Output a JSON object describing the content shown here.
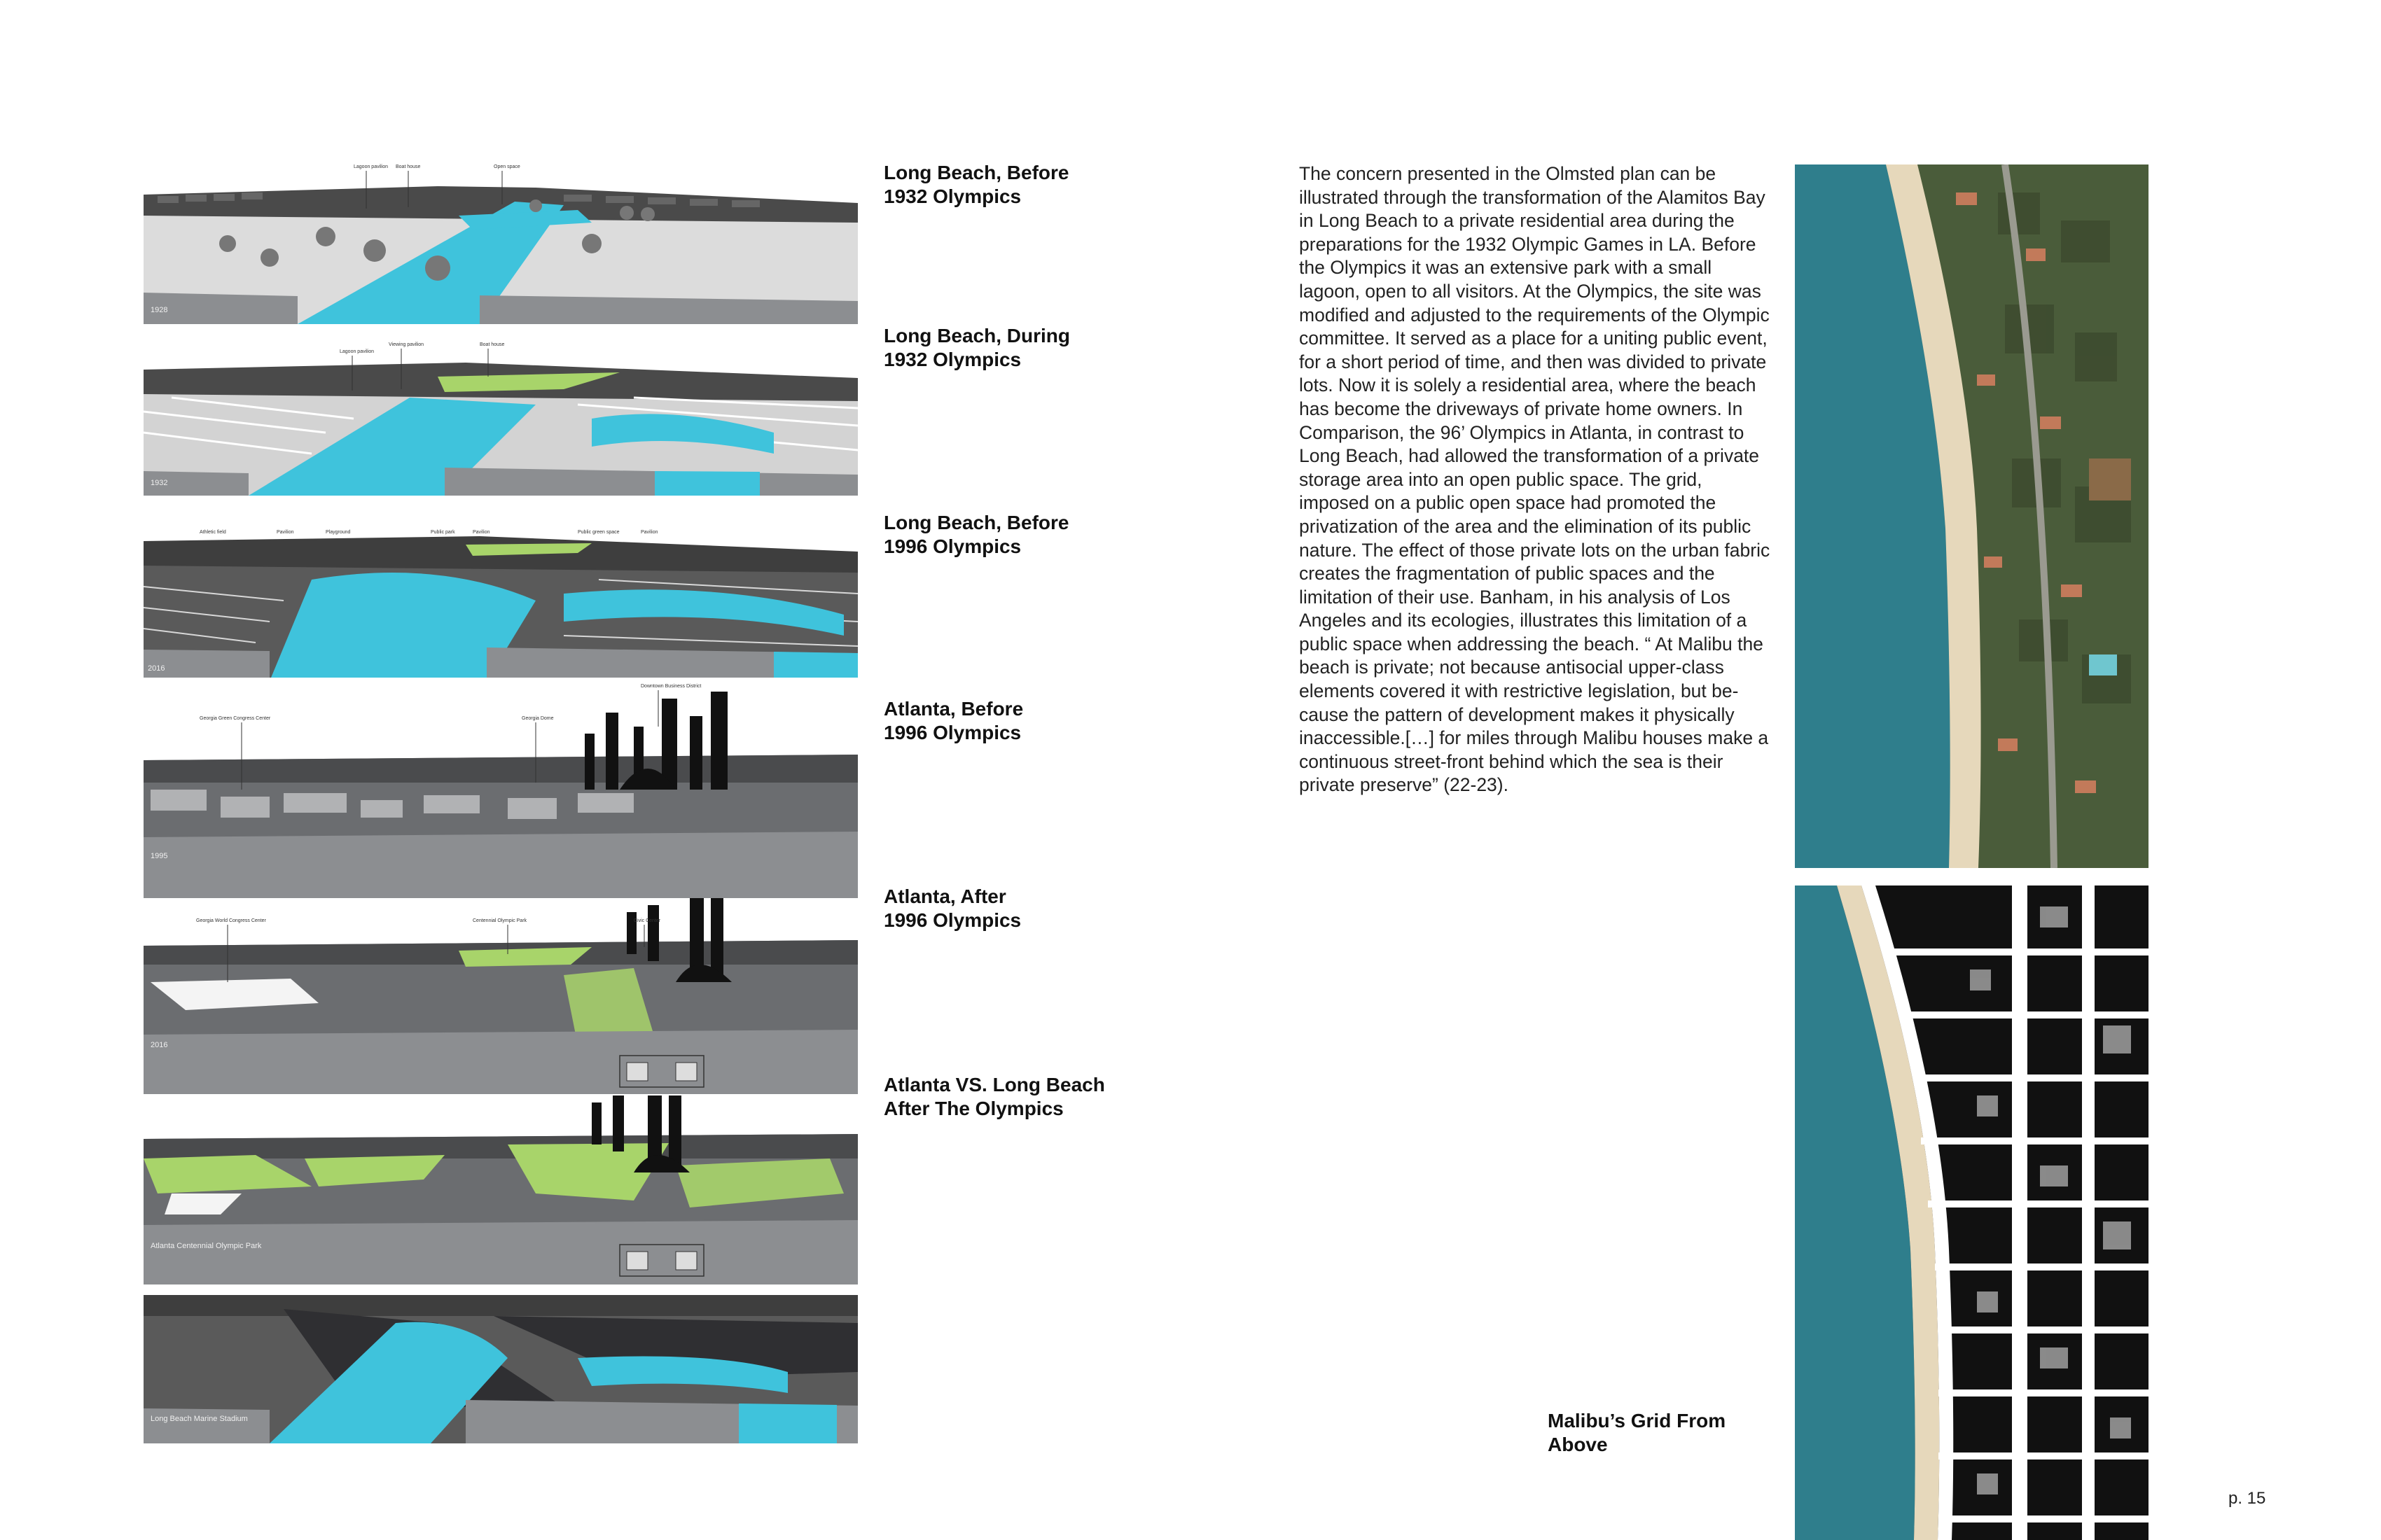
{
  "panels": [
    {
      "year_label": "1928",
      "callouts": [
        "Lagoon pavilion",
        "Boat house",
        "Open space"
      ]
    },
    {
      "year_label": "1932",
      "callouts": [
        "Lagoon pavilion",
        "Viewing pavilion",
        "Boat house"
      ]
    },
    {
      "year_label": "2016",
      "callouts": [
        "Athletic field",
        "Pavilion",
        "Playground",
        "Public park",
        "Pavilion",
        "Public green space",
        "Pavilion"
      ]
    },
    {
      "year_label": "1995",
      "callouts": [
        "Georgia Green Congress Center",
        "Georgia Dome",
        "Downtown Business District"
      ]
    },
    {
      "year_label": "2016",
      "callouts": [
        "Georgia World Congress Center",
        "Centennial Olympic Park",
        "Civic Center"
      ]
    },
    {
      "year_label": "Atlanta Centennial Olympic Park",
      "callouts": []
    },
    {
      "year_label": "Long Beach Marine Stadium",
      "callouts": []
    }
  ],
  "captions": [
    {
      "line1": "Long Beach, Before",
      "line2": "1932 Olympics"
    },
    {
      "line1": "Long Beach, During",
      "line2": "1932 Olympics"
    },
    {
      "line1": "Long Beach, Before",
      "line2": "1996 Olympics"
    },
    {
      "line1": "Atlanta, Before",
      "line2": "1996 Olympics"
    },
    {
      "line1": "Atlanta, After",
      "line2": "1996 Olympics"
    },
    {
      "line1": "Atlanta VS. Long Beach",
      "line2": "After The Olympics"
    }
  ],
  "body_text": "The concern presented in the Olmsted plan can be illustrated through the transformation of the Alamitos Bay in Long Beach to a private residential area during the preparations for the 1932 Olympic Games in LA. Before the Olympics it was an extensive park with a small lagoon, open to all visitors. At the Olympics, the site was modified and adjusted to the requirements of the Olympic committee. It served as a place for a uniting public event, for a short period of time, and then was divided to private lots. Now it is solely a residential area, where the beach has become the driveways of private home owners. In Comparison, the 96’ Olympics in Atlanta, in contrast to Long Beach, had allowed the transformation of a private storage area into an open public space. The grid, imposed on a public open space had promoted the privatization of the area and the elimination of its public nature. The effect of those private lots on the urban fabric creates the fragmentation of public spaces and the limitation of their use. Banham, in his analysis of Los Angeles and its ecologies, illustrates this limitation of a public space when addressing the beach. “ At Malibu the beach is private; not because antisocial upper-class elements covered it with restrictive legislation, but be-cause the pattern of development makes it physically inaccessible.[…] for miles through Malibu houses make a continuous street-front behind which the sea is their private preserve” (22-23).",
  "malibu_caption": {
    "line1": "Malibu’s Grid From",
    "line2": "Above"
  },
  "page_number": "p. 15",
  "colors": {
    "water": "#3fc3dc",
    "green": "#a8d46a",
    "section_gray": "#8c8e91",
    "ground": "#dedfdf",
    "ocean": "#2f7e8c",
    "sand": "#e6d8bb"
  }
}
